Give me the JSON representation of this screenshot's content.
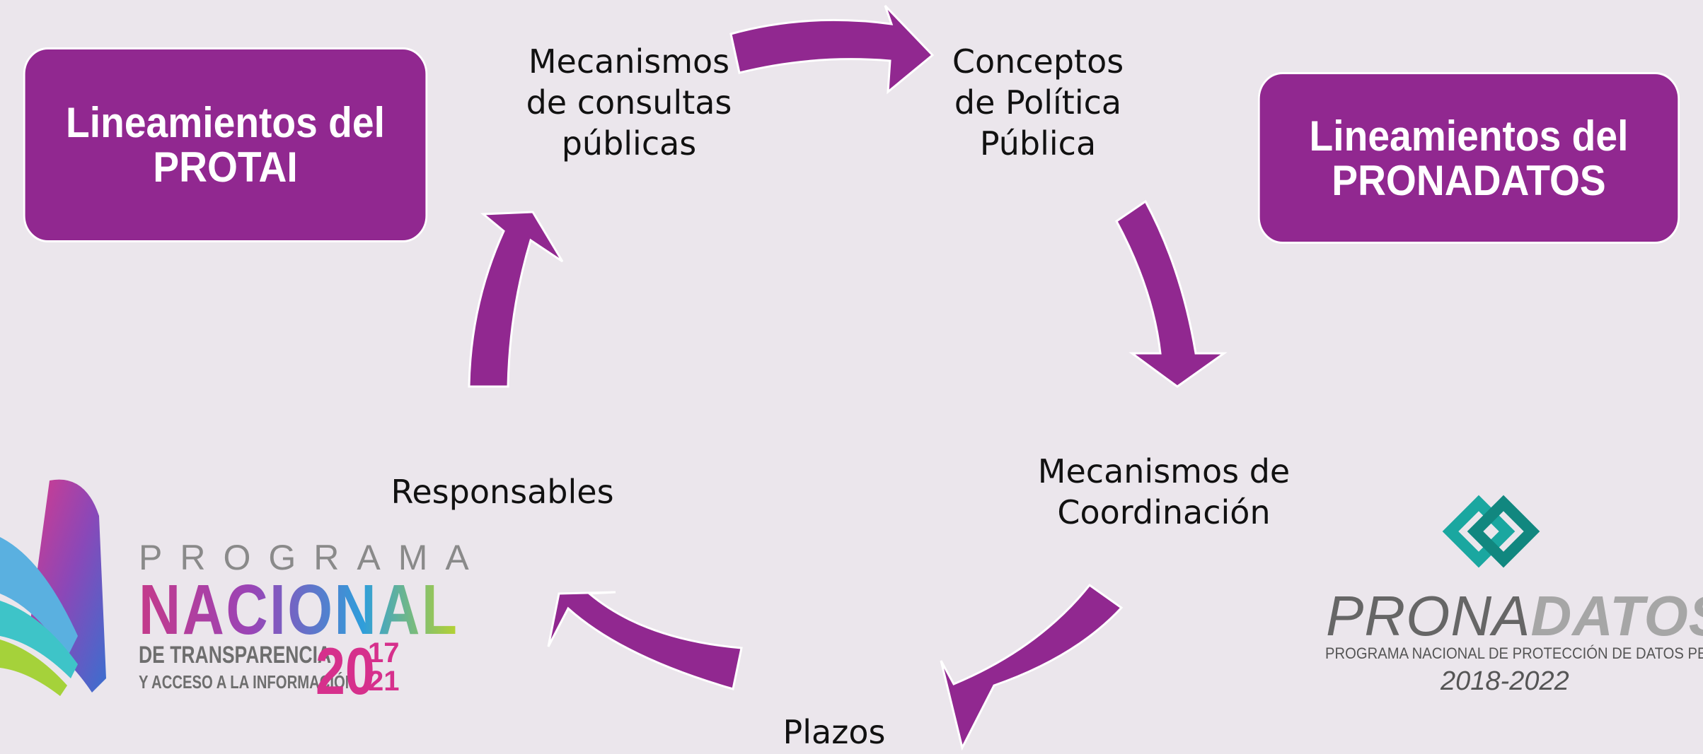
{
  "boxes": {
    "left": {
      "line1": "Lineamientos del",
      "line2": "PROTAI"
    },
    "right": {
      "line1": "Lineamientos del",
      "line2": "PRONADATOS"
    }
  },
  "cycle": {
    "arrow_color": "#912890",
    "nodes": [
      {
        "id": "mecanismos-consultas",
        "lines": [
          "Mecanismos",
          "de consultas",
          "públicas"
        ]
      },
      {
        "id": "conceptos",
        "lines": [
          "Conceptos",
          "de Política",
          "Pública"
        ]
      },
      {
        "id": "mecanismos-coordinacion",
        "lines": [
          "Mecanismos de",
          "Coordinación"
        ]
      },
      {
        "id": "plazos",
        "lines": [
          "Plazos"
        ]
      },
      {
        "id": "responsables",
        "lines": [
          "Responsables"
        ]
      }
    ]
  },
  "logos": {
    "protai": {
      "programa": "PROGRAMA",
      "nacional": "NACIONAL",
      "line3": "DE TRANSPARENCIA",
      "line4": "Y ACCESO A LA INFORMACIÓN",
      "year_a": "20",
      "year_b1": "17",
      "year_b2": "21"
    },
    "pronadatos": {
      "name_light": "PRONA",
      "name_bold": "DATOS",
      "subtitle": "PROGRAMA NACIONAL DE PROTECCIÓN DE DATOS PERSONALES",
      "years": "2018-2022"
    }
  },
  "colors": {
    "background": "#ebe6ec",
    "purple": "#912890"
  }
}
